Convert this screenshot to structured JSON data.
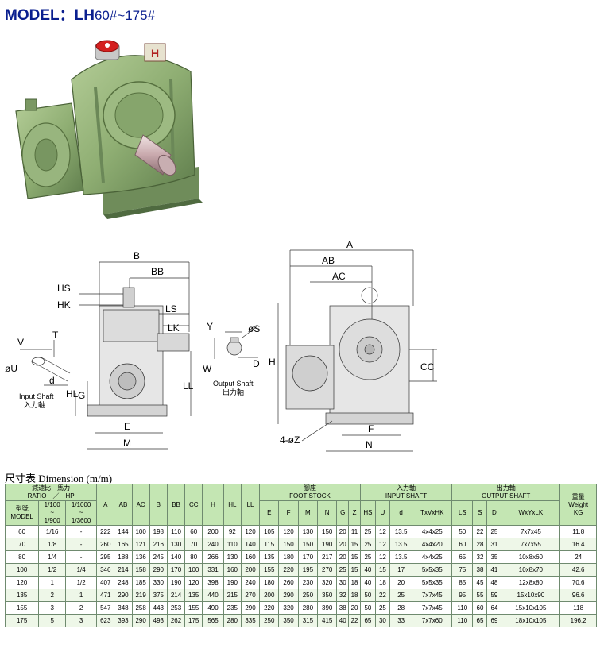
{
  "title": {
    "model_label": "MODEL：",
    "model_code": "LH",
    "range": "60#~175#"
  },
  "nameplate": {
    "brand_mark": "H"
  },
  "drawing_labels": {
    "side": {
      "B": "B",
      "BB": "BB",
      "HS": "HS",
      "HK": "HK",
      "LS": "LS",
      "LK": "LK",
      "HL": "HL",
      "G": "G",
      "LL": "LL",
      "E": "E",
      "M": "M",
      "V": "V",
      "T": "T",
      "U": "øU",
      "d": "d"
    },
    "input_caption": [
      "Input Shaft",
      "入力軸"
    ],
    "output": {
      "Y": "Y",
      "S": "øS",
      "W": "W",
      "D": "D"
    },
    "output_caption": [
      "Output Shaft",
      "出力軸"
    ],
    "front": {
      "A": "A",
      "AB": "AB",
      "AC": "AC",
      "H": "H",
      "CC": "CC",
      "F": "F",
      "N": "N",
      "Z": "4-øZ"
    }
  },
  "table": {
    "caption": "尺寸表 Dimension (m/m)",
    "header": {
      "ratio_hp_cn": "減速比　馬力",
      "ratio_hp_en": "RATIO　／　HP",
      "model_cn": "型號",
      "model_en": "MODEL",
      "ratio_col": [
        "1/100",
        "~",
        "1/900"
      ],
      "hp_col": [
        "1/1000",
        "~",
        "1/3600"
      ],
      "A": "A",
      "AB": "AB",
      "AC": "AC",
      "B": "B",
      "BB": "BB",
      "CC": "CC",
      "H": "H",
      "HL": "HL",
      "LL": "LL",
      "foot_cn": "腳座",
      "foot_en": "FOOT STOCK",
      "foot_cols": [
        "E",
        "F",
        "M",
        "N",
        "G",
        "Z"
      ],
      "input_cn": "入力軸",
      "input_en": "INPUT SHAFT",
      "input_cols": [
        "HS",
        "U",
        "d",
        "TxVxHK"
      ],
      "output_cn": "出力軸",
      "output_en": "OUTPUT SHAFT",
      "output_cols": [
        "LS",
        "S",
        "D",
        "WxYxLK"
      ],
      "weight_cn": "重量",
      "weight_en": "Weight",
      "weight_unit": "KG"
    },
    "rows": [
      [
        "60",
        "1/16",
        "-",
        "222",
        "144",
        "100",
        "198",
        "110",
        "60",
        "200",
        "92",
        "120",
        "105",
        "120",
        "130",
        "150",
        "20",
        "11",
        "25",
        "12",
        "13.5",
        "4x4x25",
        "50",
        "22",
        "25",
        "7x7x45",
        "11.8"
      ],
      [
        "70",
        "1/8",
        "-",
        "260",
        "165",
        "121",
        "216",
        "130",
        "70",
        "240",
        "110",
        "140",
        "115",
        "150",
        "150",
        "190",
        "20",
        "15",
        "25",
        "12",
        "13.5",
        "4x4x20",
        "60",
        "28",
        "31",
        "7x7x55",
        "16.4"
      ],
      [
        "80",
        "1/4",
        "-",
        "295",
        "188",
        "136",
        "245",
        "140",
        "80",
        "266",
        "130",
        "160",
        "135",
        "180",
        "170",
        "217",
        "20",
        "15",
        "25",
        "12",
        "13.5",
        "4x4x25",
        "65",
        "32",
        "35",
        "10x8x60",
        "24"
      ],
      [
        "100",
        "1/2",
        "1/4",
        "346",
        "214",
        "158",
        "290",
        "170",
        "100",
        "331",
        "160",
        "200",
        "155",
        "220",
        "195",
        "270",
        "25",
        "15",
        "40",
        "15",
        "17",
        "5x5x35",
        "75",
        "38",
        "41",
        "10x8x70",
        "42.6"
      ],
      [
        "120",
        "1",
        "1/2",
        "407",
        "248",
        "185",
        "330",
        "190",
        "120",
        "398",
        "190",
        "240",
        "180",
        "260",
        "230",
        "320",
        "30",
        "18",
        "40",
        "18",
        "20",
        "5x5x35",
        "85",
        "45",
        "48",
        "12x8x80",
        "70.6"
      ],
      [
        "135",
        "2",
        "1",
        "471",
        "290",
        "219",
        "375",
        "214",
        "135",
        "440",
        "215",
        "270",
        "200",
        "290",
        "250",
        "350",
        "32",
        "18",
        "50",
        "22",
        "25",
        "7x7x45",
        "95",
        "55",
        "59",
        "15x10x90",
        "96.6"
      ],
      [
        "155",
        "3",
        "2",
        "547",
        "348",
        "258",
        "443",
        "253",
        "155",
        "490",
        "235",
        "290",
        "220",
        "320",
        "280",
        "390",
        "38",
        "20",
        "50",
        "25",
        "28",
        "7x7x45",
        "110",
        "60",
        "64",
        "15x10x105",
        "118"
      ],
      [
        "175",
        "5",
        "3",
        "623",
        "393",
        "290",
        "493",
        "262",
        "175",
        "565",
        "280",
        "335",
        "250",
        "350",
        "315",
        "415",
        "40",
        "22",
        "65",
        "30",
        "33",
        "7x7x60",
        "110",
        "65",
        "69",
        "18x10x105",
        "196.2"
      ]
    ]
  },
  "colors": {
    "title": "#0a1f8f",
    "header_bg": "#c4e6b3",
    "gearbox_green": "#8fae73",
    "table_border": "#6f8a6f"
  }
}
